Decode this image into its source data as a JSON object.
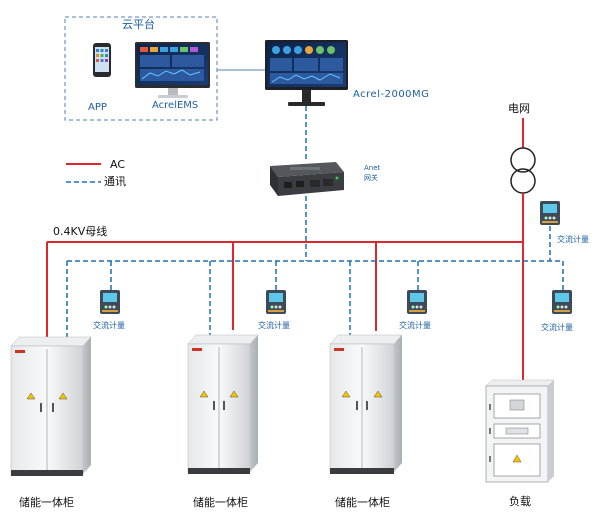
{
  "cloud": {
    "title": "云平台",
    "app_label": "APP",
    "ems_label": "AcrelEMS"
  },
  "monitor_label": "Acrel-2000MG",
  "gateway": {
    "name": "Anet",
    "type": "网关"
  },
  "legend": {
    "ac": "AC",
    "comm": "通讯",
    "ac_color": "#e0262d",
    "comm_color": "#1f6fb5"
  },
  "bus_label": "0.4KV母线",
  "grid_label": "电网",
  "meter_label": "交流计量",
  "cabinets": [
    "储能一体柜",
    "储能一体柜",
    "储能一体柜"
  ],
  "load_label": "负载"
}
